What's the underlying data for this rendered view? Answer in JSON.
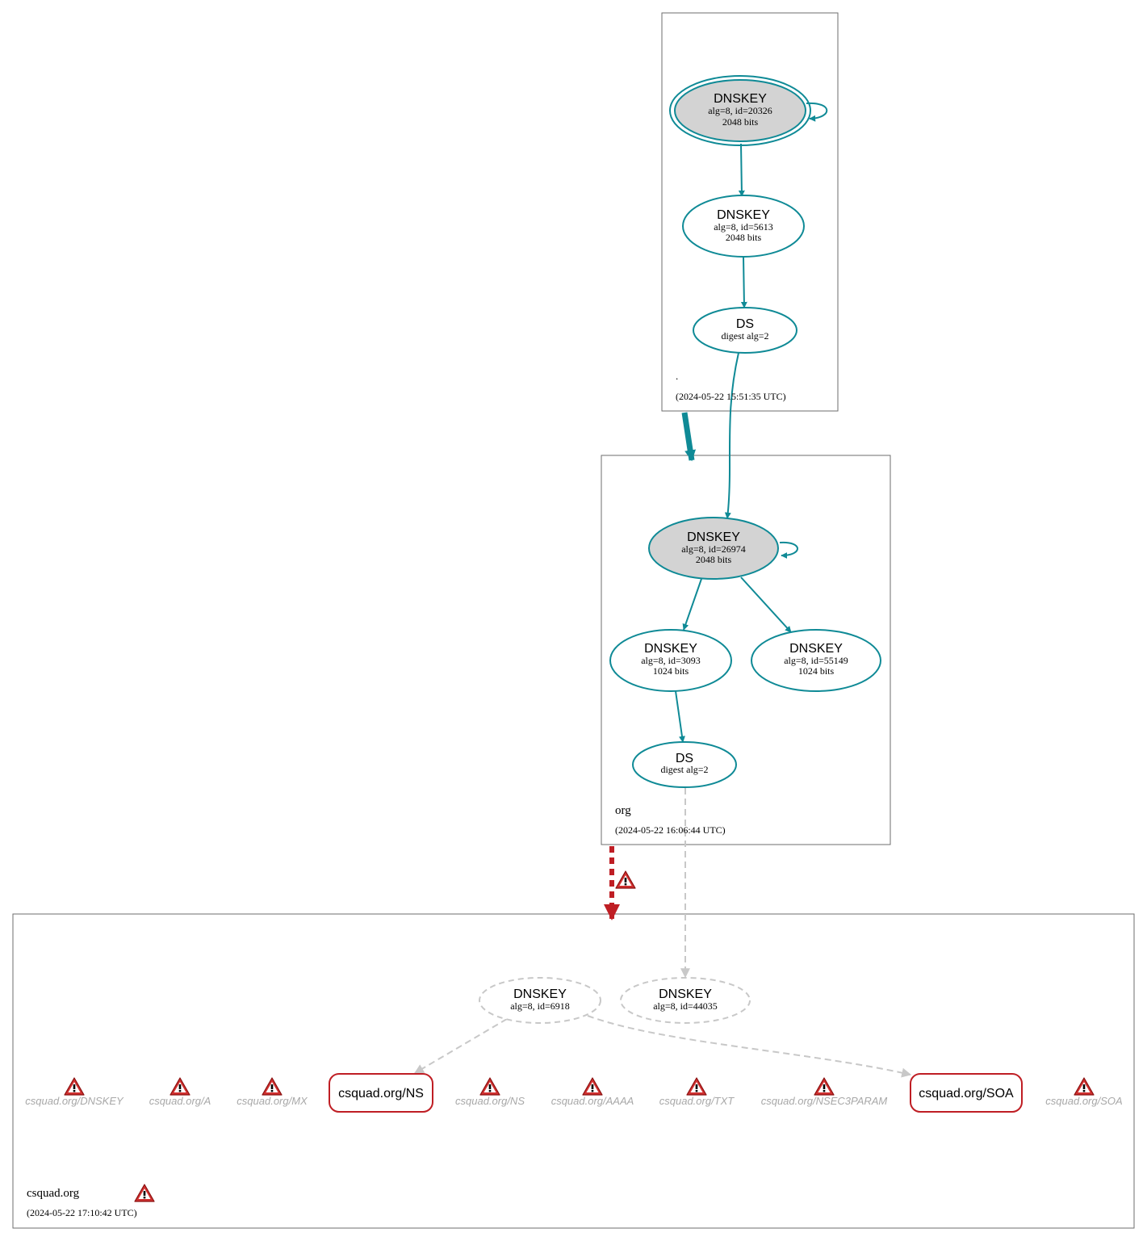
{
  "colors": {
    "teal": "#0f8a96",
    "red": "#bf1e24",
    "gray_dash": "#c8c8c8",
    "gray_text": "#a8a8a8",
    "key_fill": "#d3d3d3",
    "box_stroke": "#6e6e6e"
  },
  "zones": {
    "root": {
      "name": ".",
      "timestamp": "(2024-05-22 15:51:35 UTC)"
    },
    "org": {
      "name": "org",
      "timestamp": "(2024-05-22 16:06:44 UTC)"
    },
    "csquad": {
      "name": "csquad.org",
      "timestamp": "(2024-05-22 17:10:42 UTC)"
    }
  },
  "nodes": {
    "root_ksk": {
      "title": "DNSKEY",
      "line1": "alg=8, id=20326",
      "line2": "2048 bits"
    },
    "root_zsk": {
      "title": "DNSKEY",
      "line1": "alg=8, id=5613",
      "line2": "2048 bits"
    },
    "root_ds": {
      "title": "DS",
      "line1": "digest alg=2"
    },
    "org_ksk": {
      "title": "DNSKEY",
      "line1": "alg=8, id=26974",
      "line2": "2048 bits"
    },
    "org_zsk1": {
      "title": "DNSKEY",
      "line1": "alg=8, id=3093",
      "line2": "1024 bits"
    },
    "org_zsk2": {
      "title": "DNSKEY",
      "line1": "alg=8, id=55149",
      "line2": "1024 bits"
    },
    "org_ds": {
      "title": "DS",
      "line1": "digest alg=2"
    },
    "cs_key1": {
      "title": "DNSKEY",
      "line1": "alg=8, id=6918"
    },
    "cs_key2": {
      "title": "DNSKEY",
      "line1": "alg=8, id=44035"
    }
  },
  "rrsets": {
    "ns": "csquad.org/NS",
    "soa": "csquad.org/SOA"
  },
  "errors": [
    "csquad.org/DNSKEY",
    "csquad.org/A",
    "csquad.org/MX",
    "csquad.org/NS",
    "csquad.org/AAAA",
    "csquad.org/TXT",
    "csquad.org/NSEC3PARAM",
    "csquad.org/SOA"
  ],
  "icons": {
    "warning": "warning-triangle-icon"
  }
}
